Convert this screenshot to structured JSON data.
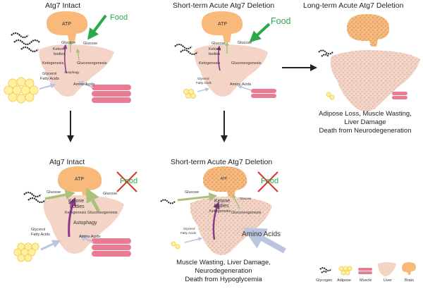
{
  "panels": {
    "p1": {
      "title": "Atg7 Intact",
      "food": "Food"
    },
    "p2": {
      "title": "Short-term Acute Atg7 Deletion",
      "food": "Food"
    },
    "p3": {
      "title": "Long-term Acute Atg7 Deletion"
    },
    "p4": {
      "title": "Atg7 Intact",
      "food": "Food"
    },
    "p5": {
      "title": "Short-term Acute Atg7 Deletion",
      "food": "Food"
    }
  },
  "labels": {
    "atp": "ATP",
    "glucose": "Glucose",
    "ketone": "Ketone",
    "bodies": "bodies",
    "ketogenesis": "Ketogenesis",
    "gluconeogenesis": "Gluconeogenesis",
    "autophagy": "Autophagy",
    "glycerol": "Glycerol",
    "fatty_acids": "Fatty Acids",
    "amino_acids": "Amino  Acids",
    "amino_acids_big": "Amino  Acids"
  },
  "captions": {
    "p3": [
      "Adipose Loss, Muscle Wasting,",
      "Liver Damage",
      "Death from Neurodegeneration"
    ],
    "p5": [
      "Muscle Wasting, Liver Damage,",
      "Neurodegeneration",
      "Death from Hypoglycemia"
    ]
  },
  "legend": [
    {
      "label": "Glycogen",
      "icon": "glycogen-icon"
    },
    {
      "label": "Adipose",
      "icon": "adipose-icon"
    },
    {
      "label": "Muscle",
      "icon": "muscle-icon"
    },
    {
      "label": "Liver",
      "icon": "liver-icon"
    },
    {
      "label": "Brain",
      "icon": "brain-icon"
    }
  ],
  "colors": {
    "brain": "#f9b97b",
    "liver": "#f4d4c6",
    "muscle": "#e97b93",
    "adipose": "#fff1a0",
    "food": "#2aa84a",
    "cross": "#d8352a",
    "ketogenesis_arrow": "#8b3a8e",
    "glucose_arrow": "#a9c17a",
    "amino_arrow": "#b9c6de",
    "flow_arrow": "#222222"
  }
}
